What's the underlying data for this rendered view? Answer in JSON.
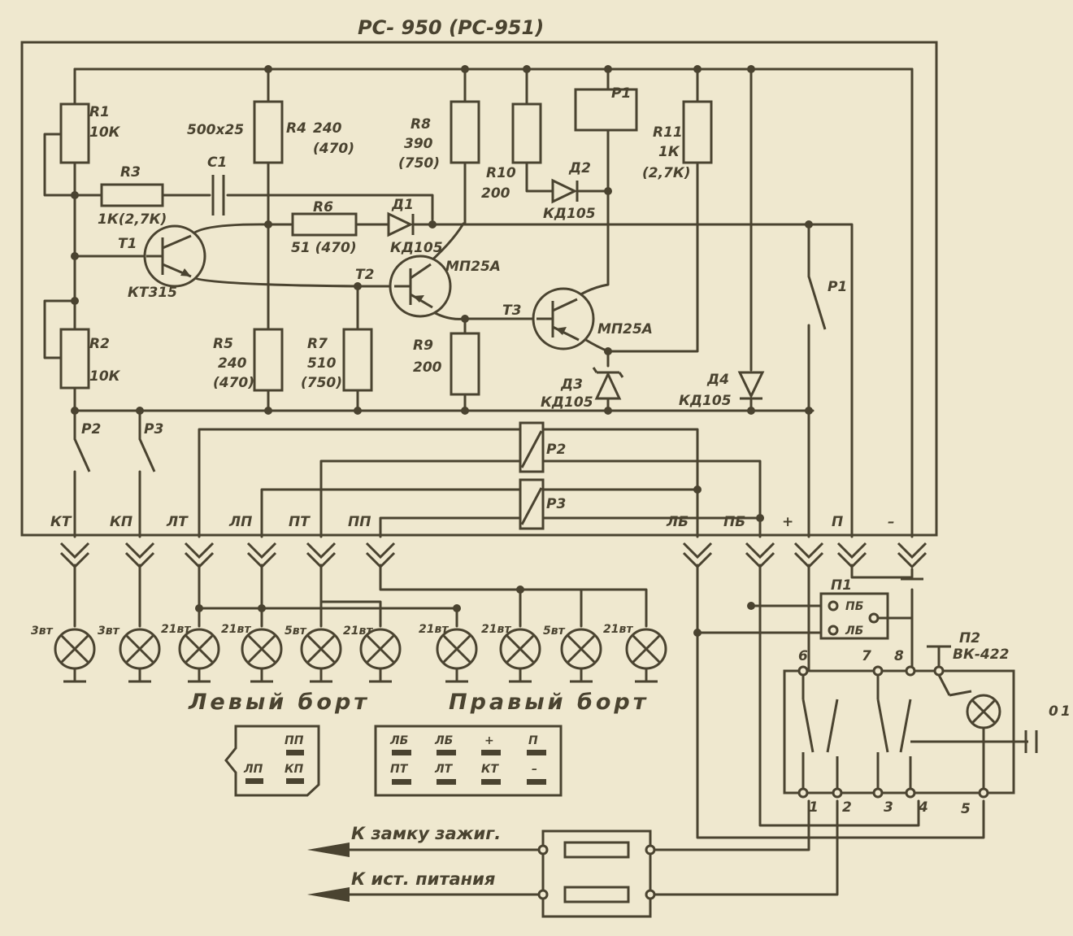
{
  "diagram": {
    "title": "РС- 950 (РС-951)",
    "components": {
      "R1": {
        "name": "R1",
        "value": "10К"
      },
      "R2": {
        "name": "R2",
        "value": "10К"
      },
      "R3": {
        "name": "R3",
        "value": "1К(2,7К)"
      },
      "C1": {
        "name": "C1",
        "value": "500х25"
      },
      "R4": {
        "name": "R4",
        "value": "240",
        "alt": "(470)"
      },
      "R5": {
        "name": "R5",
        "value": "240",
        "alt": "(470)"
      },
      "R6": {
        "name": "R6",
        "value": "51 (470)"
      },
      "R7": {
        "name": "R7",
        "value": "510",
        "alt": "(750)"
      },
      "R8": {
        "name": "R8",
        "value": "390",
        "alt": "(750)"
      },
      "R9": {
        "name": "R9",
        "value": "200"
      },
      "R10": {
        "name": "R10",
        "value": "200"
      },
      "R11": {
        "name": "R11",
        "value": "1К",
        "alt": "(2,7К)"
      },
      "D1": {
        "name": "Д1",
        "type": "КД105"
      },
      "D2": {
        "name": "Д2",
        "type": "КД105"
      },
      "D3": {
        "name": "Д3",
        "type": "КД105"
      },
      "D4": {
        "name": "Д4",
        "type": "КД105"
      },
      "T1": {
        "name": "T1",
        "type": "КТ315"
      },
      "T2": {
        "name": "T2",
        "type": "МП25А"
      },
      "T3": {
        "name": "T3",
        "type": "МП25А"
      },
      "P1": {
        "name": "P1"
      },
      "P1c": {
        "name": "P1"
      },
      "P2": {
        "name": "P2"
      },
      "P3": {
        "name": "P3"
      },
      "P2c": {
        "name": "P2"
      },
      "P3c": {
        "name": "P3"
      }
    },
    "terminals": [
      "КТ",
      "КП",
      "ЛТ",
      "ЛП",
      "ПТ",
      "ПП",
      "ЛБ",
      "ПБ",
      "+",
      "П",
      "–"
    ],
    "lamps_left": [
      "3вт",
      "3вт",
      "21вт",
      "21вт",
      "5вт",
      "21вт"
    ],
    "lamps_right": [
      "21вт",
      "21вт",
      "5вт",
      "21вт"
    ],
    "left_side_label": "Левый борт",
    "right_side_label": "Правый борт",
    "switch_p1": {
      "name": "П1",
      "pb": "ПБ",
      "lb": "ЛБ"
    },
    "switch_p2": {
      "name": "П2",
      "type": "ВК-422",
      "contacts": [
        "6",
        "7",
        "8",
        "1",
        "2",
        "3",
        "4",
        "5"
      ],
      "positions": [
        "0",
        "1"
      ]
    },
    "connector_small": [
      "ПП",
      "ЛП",
      "КП"
    ],
    "connector_large": [
      "ЛБ",
      "ЛБ",
      "+",
      "П",
      "ПТ",
      "ЛТ",
      "КТ",
      "–"
    ],
    "arrow_ignition": "К замку зажиг.",
    "arrow_power": "К ист. питания"
  }
}
